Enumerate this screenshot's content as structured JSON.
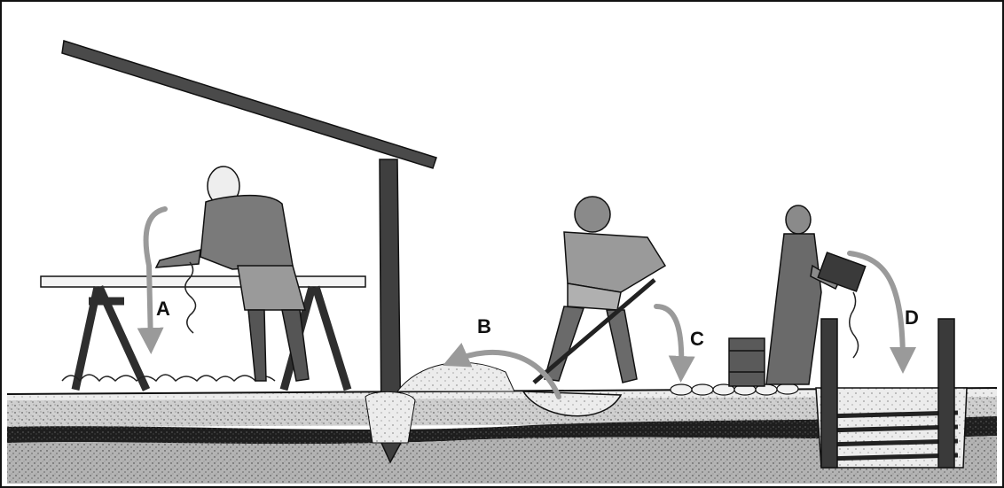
{
  "labels": {
    "a": "A",
    "b": "B",
    "c": "C",
    "d": "D"
  },
  "colors": {
    "ink": "#111111",
    "arrow": "#9a9a9a",
    "wood": "#3a3a3a",
    "soil_light": "#d9d9d9",
    "soil_mid": "#bdbdbd",
    "soil_dark": "#262626",
    "subsoil": "#a9a9a9"
  }
}
